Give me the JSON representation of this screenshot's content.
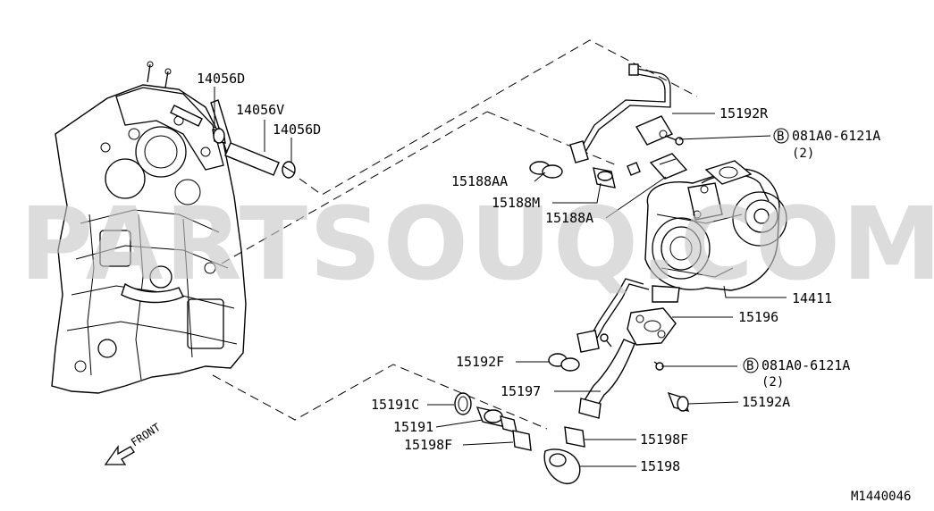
{
  "diagram": {
    "watermark": "PARTSOUQ.COM",
    "code": "M1440046",
    "front_label": "FRONT",
    "labels": {
      "l14056D_a": "14056D",
      "l14056V": "14056V",
      "l14056D_b": "14056D",
      "l15192R": "15192R",
      "l15188AA": "15188AA",
      "l15188M": "15188M",
      "l15188A": "15188A",
      "l14411": "14411",
      "l15196": "15196",
      "l15192F": "15192F",
      "l15197": "15197",
      "l15191C": "15191C",
      "l15191": "15191",
      "l15198F_a": "15198F",
      "l15198F_b": "15198F",
      "l15198": "15198",
      "l15192A": "15192A"
    },
    "bolts": [
      {
        "circle": "B",
        "part": "081A0-6121A",
        "qty": "(2)"
      },
      {
        "circle": "B",
        "part": "081A0-6121A",
        "qty": "(2)"
      }
    ]
  }
}
